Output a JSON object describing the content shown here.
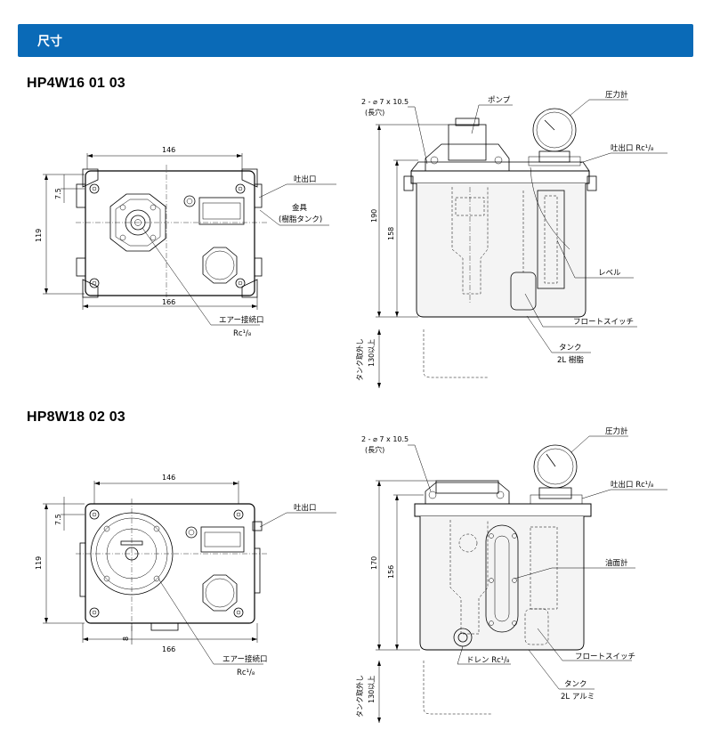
{
  "header": {
    "title": "尺寸"
  },
  "drawings": [
    {
      "model": "HP4W16 01 03",
      "plan": {
        "dims": {
          "width": "146",
          "overall": "166",
          "height": "119",
          "offset": "7.5"
        },
        "labels": {
          "outlet": "吐出口",
          "bracket": "金具",
          "bracket_sub": "(樹脂タンク)",
          "air_inlet": "エアー接続口",
          "air_thread": "Rc¹/₈"
        }
      },
      "elevation": {
        "dims": {
          "hole": "2 - ⌀ 7 x 10.5",
          "hole_sub": "(長穴)",
          "total": "190",
          "tank": "158",
          "removal": "タンク取外し",
          "removal_sub": "130以上"
        },
        "labels": {
          "pump": "ポンプ",
          "gauge": "圧力計",
          "outlet": "吐出口 Rc¹/₈",
          "level": "レベル",
          "float": "フロートスイッチ",
          "tank": "タンク",
          "tank_sub": "2L 樹脂"
        }
      }
    },
    {
      "model": "HP8W18 02 03",
      "plan": {
        "dims": {
          "width": "146",
          "overall": "166",
          "height": "119",
          "offset": "7.5",
          "bottom": "8"
        },
        "labels": {
          "outlet": "吐出口",
          "air_inlet": "エアー接続口",
          "air_thread": "Rc¹/₈"
        }
      },
      "elevation": {
        "dims": {
          "hole": "2 - ⌀ 7 x 10.5",
          "hole_sub": "(長穴)",
          "total": "170",
          "tank": "156",
          "removal": "タンク取外し",
          "removal_sub": "130以上"
        },
        "labels": {
          "gauge": "圧力計",
          "outlet": "吐出口 Rc¹/₈",
          "oil_gauge": "油面計",
          "drain": "ドレン Rc¹/₈",
          "float": "フロートスイッチ",
          "tank": "タンク",
          "tank_sub": "2L アルミ"
        }
      }
    }
  ]
}
